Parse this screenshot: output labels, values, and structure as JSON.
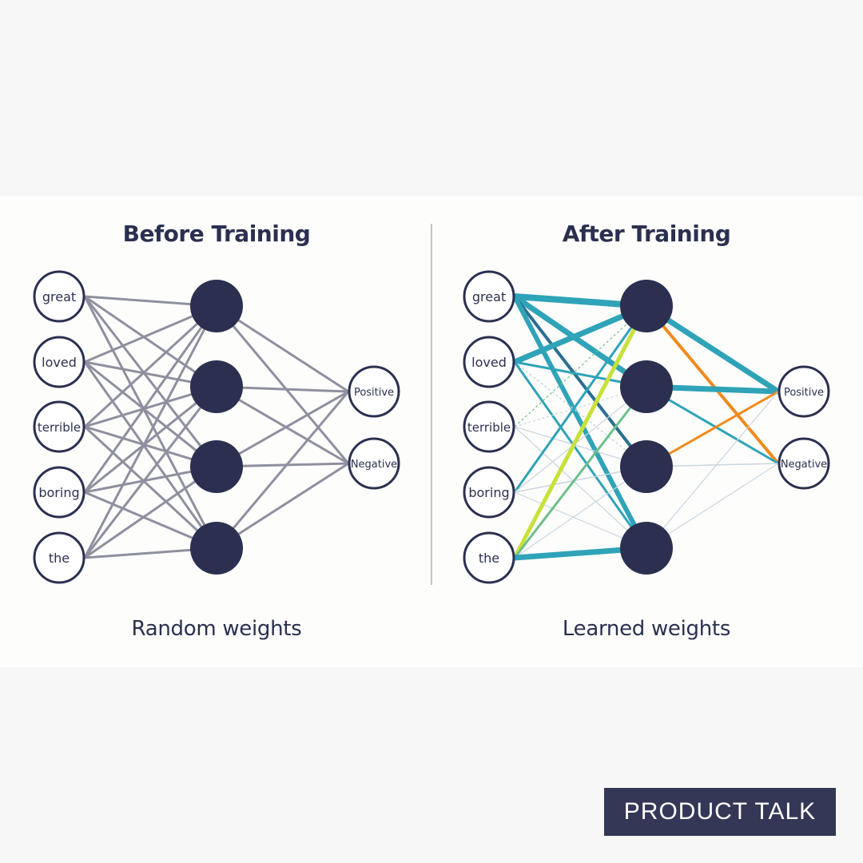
{
  "left_panel": {
    "title": "Before Training",
    "caption": "Random weights",
    "edge_color": "#8e909f"
  },
  "right_panel": {
    "title": "After Training",
    "caption": "Learned weights",
    "edge_colors": {
      "teal": "#2fa3b8",
      "dark_teal": "#2a6f93",
      "lime": "#c8e03a",
      "green": "#6dbf8a",
      "orange": "#f08a1c",
      "faint": "#c9d6de"
    }
  },
  "network": {
    "inputs": [
      "great",
      "loved",
      "terrible",
      "boring",
      "the"
    ],
    "hidden_count": 4,
    "outputs": [
      "Positive",
      "Negative"
    ],
    "node_color": "#2b3050"
  },
  "brand": {
    "label": "PRODUCT TALK",
    "background": "#343756"
  }
}
